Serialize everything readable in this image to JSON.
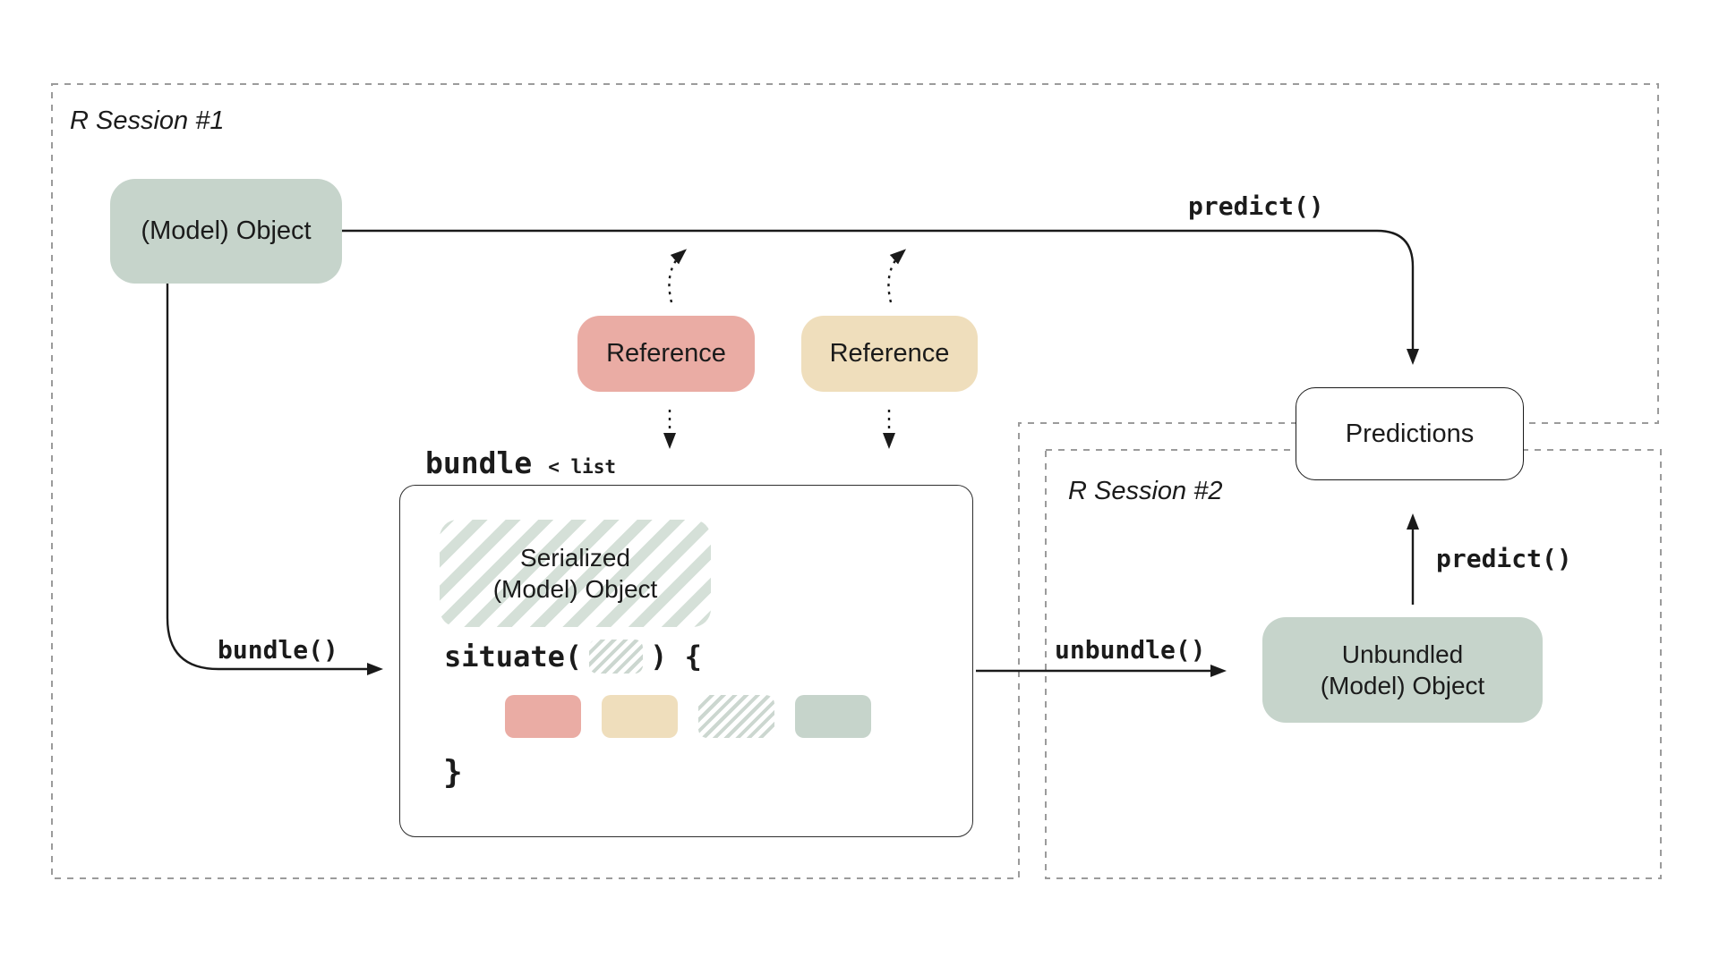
{
  "palette": {
    "sage": "#c6d4cb",
    "pink": "#eaaca4",
    "tan": "#efdebc",
    "stripe": "#d5e0d8",
    "stripe-fine": "#ccd7d0",
    "dash": "#9b9b9b",
    "line": "#1a1a1a"
  },
  "session1": {
    "label": "R Session #1"
  },
  "session2": {
    "label": "R Session #2"
  },
  "nodes": {
    "model_object": {
      "label": "(Model) Object"
    },
    "reference_pink": {
      "label": "Reference"
    },
    "reference_tan": {
      "label": "Reference"
    },
    "predictions": {
      "label": "Predictions"
    },
    "unbundled": {
      "line1": "Unbundled",
      "line2": "(Model) Object"
    },
    "serialized": {
      "line1": "Serialized",
      "line2": "(Model) Object"
    }
  },
  "bundle_box": {
    "title_code": "bundle",
    "title_annotation": "< list",
    "situate_prefix": "situate(",
    "situate_suffix": ") {",
    "closing_brace": "}"
  },
  "edges": {
    "predict_top": "predict()",
    "predict_right": "predict()",
    "bundle": "bundle()",
    "unbundle": "unbundle()"
  }
}
